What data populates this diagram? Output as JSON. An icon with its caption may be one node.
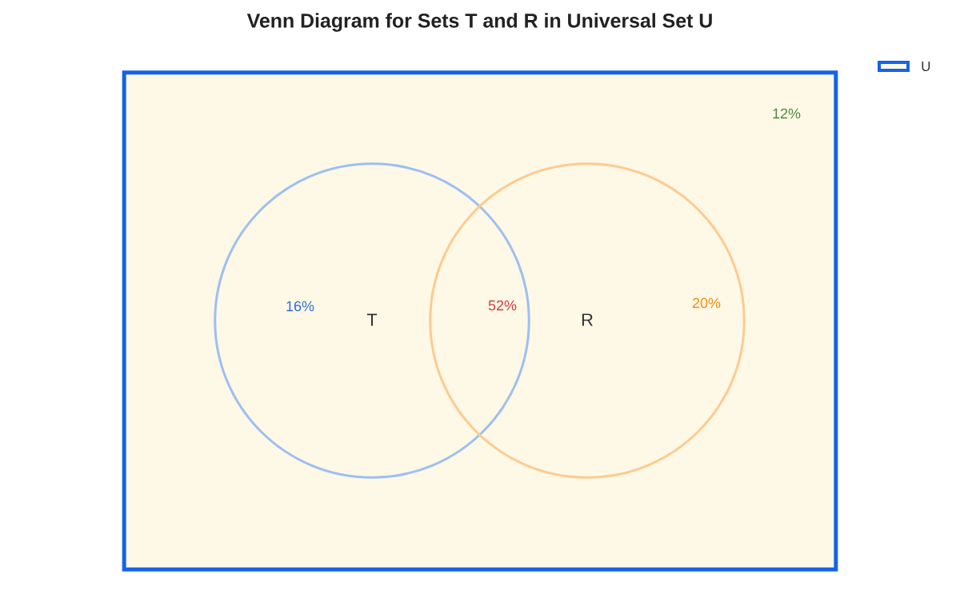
{
  "diagram": {
    "title": "Venn Diagram for Sets T and R in Universal Set U",
    "nodes": [
      {
        "text": [
          "12%"
        ]
      },
      {
        "text": [
          "16%",
          "T"
        ],
        "in": 0
      },
      {
        "text": [
          "R",
          "20%"
        ],
        "in": 0
      }
    ],
    "labels": [
      "52%"
    ],
    "legend": [
      {
        "text": "U",
        "color": "#1463eb"
      }
    ]
  }
}
